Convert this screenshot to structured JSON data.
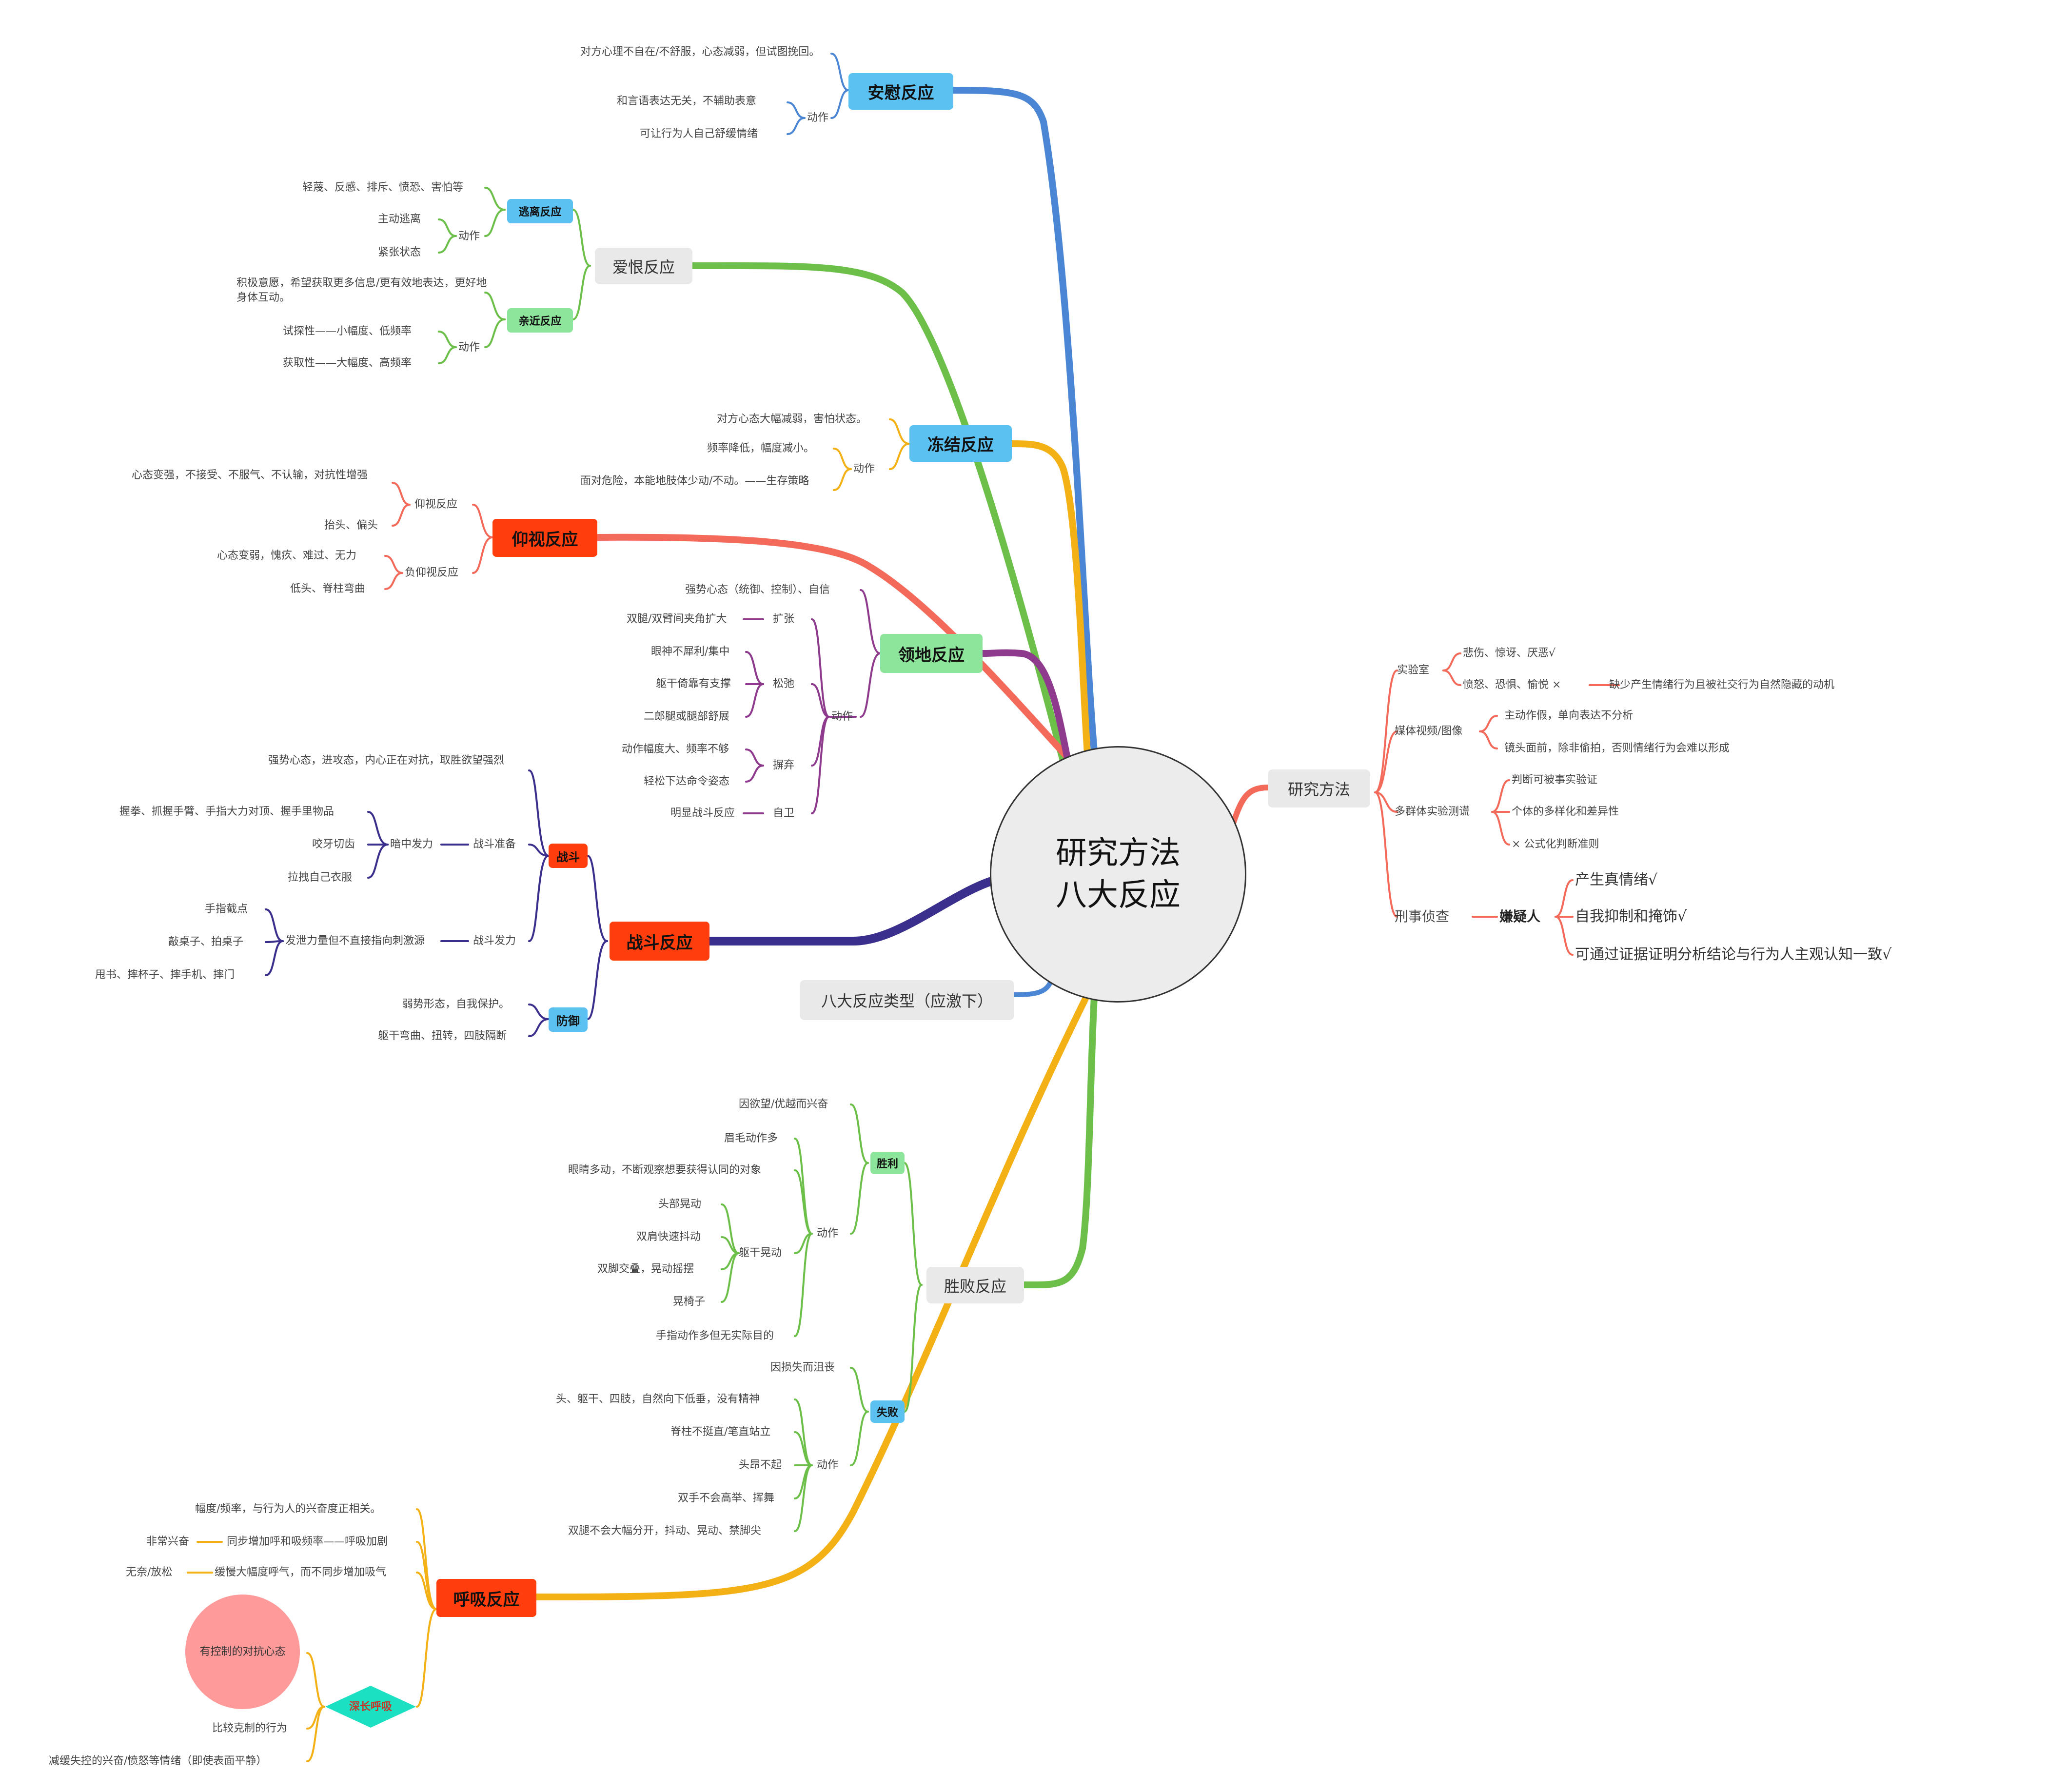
{
  "center": {
    "line1": "研究方法",
    "line2": "八大反应"
  },
  "types_label": "八大反应类型（应激下）",
  "comfort": {
    "title": "安慰反应",
    "psych": "对方心理不自在/不舒服，心态减弱，但试图挽回。",
    "action_label": "动作",
    "actions": [
      "和言语表达无关，不辅助表意",
      "可让行为人自己舒缓情绪"
    ]
  },
  "love_hate": {
    "title": "爱恨反应",
    "avoid": {
      "title": "逃离反应",
      "desc": "轻蔑、反感、排斥、愤恐、害怕等",
      "action_label": "动作",
      "actions": [
        "主动逃离",
        "紧张状态"
      ]
    },
    "approach": {
      "title": "亲近反应",
      "desc": "积极意愿，希望获取更多信息/更有效地表达，更好地身体互动。",
      "action_label": "动作",
      "actions": [
        "试探性——小幅度、低频率",
        "获取性——大幅度、高频率"
      ]
    }
  },
  "freeze": {
    "title": "冻结反应",
    "psych": "对方心态大幅减弱，害怕状态。",
    "action_label": "动作",
    "actions": [
      "频率降低，幅度减小。",
      "面对危险，本能地肢体少动/不动。——生存策略"
    ]
  },
  "look": {
    "title": "仰视反应",
    "up": {
      "title": "仰视反应",
      "desc": "心态变强，不接受、不服气、不认输，对抗性增强",
      "action": "抬头、偏头"
    },
    "down": {
      "title": "负仰视反应",
      "desc": "心态变弱，愧疚、难过、无力",
      "action": "低头、脊柱弯曲"
    }
  },
  "territory": {
    "title": "领地反应",
    "desc": "强势心态（统御、控制）、自信",
    "action_label": "动作",
    "expand": {
      "title": "扩张",
      "items": [
        "双腿/双臂间夹角扩大"
      ]
    },
    "relax": {
      "title": "松弛",
      "items": [
        "眼神不犀利/集中",
        "躯干倚靠有支撑",
        "二郎腿或腿部舒展"
      ]
    },
    "dispose": {
      "title": "摒弃",
      "items": [
        "动作幅度大、频率不够",
        "轻松下达命令姿态"
      ]
    },
    "defend": {
      "title": "自卫",
      "items": [
        "明显战斗反应"
      ]
    }
  },
  "fight": {
    "title": "战斗反应",
    "battle": {
      "title": "战斗",
      "desc": "强势心态，进攻态，内心正在对抗，取胜欲望强烈",
      "prep": {
        "title": "战斗准备",
        "sub": "暗中发力",
        "items": [
          "握拳、抓握手臂、手指大力对顶、握手里物品",
          "咬牙切齿",
          "拉拽自己衣服"
        ]
      },
      "power": {
        "title": "战斗发力",
        "sub": "发泄力量但不直接指向刺激源",
        "items": [
          "手指截点",
          "敲桌子、拍桌子",
          "甩书、摔杯子、摔手机、摔门"
        ]
      }
    },
    "defense": {
      "title": "防御",
      "items": [
        "弱势形态，自我保护。",
        "躯干弯曲、扭转，四肢隔断"
      ]
    }
  },
  "win_lose": {
    "title": "胜败反应",
    "win": {
      "title": "胜利",
      "desc": "因欲望/优越而兴奋",
      "action_label": "动作",
      "eyebrow": "眉毛动作多",
      "eyes": "眼睛多动，不断观察想要获得认同的对象",
      "torso": {
        "title": "躯干晃动",
        "items": [
          "头部晃动",
          "双肩快速抖动",
          "双脚交叠，晃动摇摆",
          "晃椅子"
        ]
      },
      "hands": "手指动作多但无实际目的"
    },
    "lose": {
      "title": "失败",
      "desc": "因损失而沮丧",
      "action_label": "动作",
      "items": [
        "头、躯干、四肢，自然向下低垂，没有精神",
        "脊柱不挺直/笔直站立",
        "头昂不起",
        "双手不会高举、挥舞",
        "双腿不会大幅分开，抖动、晃动、禁脚尖"
      ]
    }
  },
  "breath": {
    "title": "呼吸反应",
    "desc": "幅度/频率，与行为人的兴奋度正相关。",
    "fast": {
      "text": "同步增加呼和吸频率——呼吸加剧",
      "tag": "非常兴奋"
    },
    "slow": {
      "text": "缓慢大幅度呼气，而不同步增加吸气",
      "tag": "无奈/放松"
    },
    "deep": {
      "title": "深长呼吸",
      "circle": "有控制的对抗心态",
      "items": [
        "比较克制的行为",
        "减缓失控的兴奋/愤怒等情绪（即使表面平静）"
      ]
    }
  },
  "method": {
    "title": "研究方法",
    "lab": {
      "title": "实验室",
      "ok": "悲伤、惊讶、厌恶√",
      "bad": "愤怒、恐惧、愉悦 ×",
      "reason": "缺少产生情绪行为且被社交行为自然隐藏的动机"
    },
    "media": {
      "title": "媒体视频/图像",
      "items": [
        "主动作假，单向表达不分析",
        "镜头面前，除非偷拍，否则情绪行为会难以形成"
      ]
    },
    "group": {
      "title": "多群体实验测谎",
      "items": [
        "判断可被事实验证",
        "个体的多样化和差异性",
        "× 公式化判断准则"
      ]
    },
    "criminal": {
      "title": "刑事侦查",
      "suspect": "嫌疑人",
      "items": [
        "产生真情绪√",
        "自我抑制和掩饰√",
        "可通过证据证明分析结论与行为人主观认知一致√"
      ]
    }
  },
  "colors": {
    "blue_branch": "#4a86d4",
    "green_branch": "#6cc04a",
    "orange_branch": "#f4b116",
    "salmon_branch": "#f46a5a",
    "purple_branch": "#8e3a8d",
    "navy_branch": "#3a2f8c",
    "blue_node": "#5bc1f1",
    "red_node": "#ff3d0d",
    "green_node": "#8de59b",
    "cyan_diamond": "#1be0c2",
    "pink_circle": "#ff9a9a"
  }
}
